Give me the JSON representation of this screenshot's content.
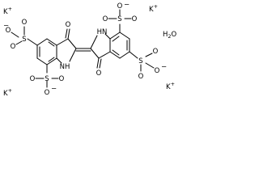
{
  "structure": {
    "counter_ions": [
      "K+",
      "K+",
      "K+",
      "K+"
    ],
    "water": "H2O",
    "sulfonate_groups": [
      "SO3-",
      "SO3-",
      "SO3-",
      "SO3-"
    ],
    "nh_groups": [
      "NH",
      "NH"
    ],
    "carbonyls": [
      "O",
      "O"
    ]
  },
  "labels": {
    "k1": "K",
    "k2": "K",
    "k3": "K",
    "k4": "K",
    "plus": "+",
    "water_h": "H",
    "water_2": "2",
    "water_o": "O",
    "nh": "NH",
    "hn": "HN",
    "o": "O",
    "s": "S",
    "minus": "−"
  }
}
